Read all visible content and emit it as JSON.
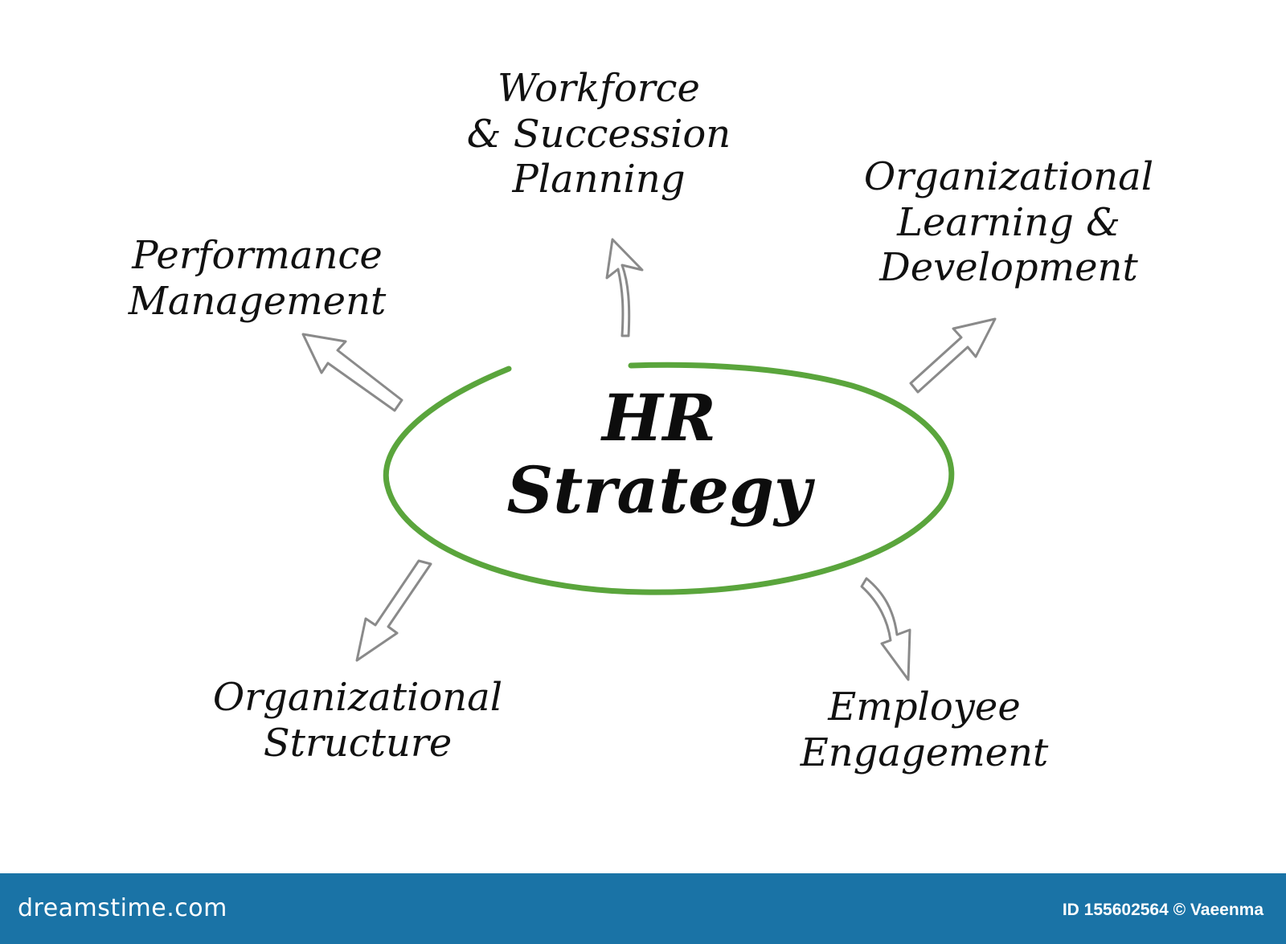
{
  "diagram": {
    "center": {
      "lines": [
        "HR",
        "Strategy"
      ]
    },
    "nodes": {
      "workforce": {
        "lines": [
          "Workforce",
          "& Succession",
          "Planning"
        ]
      },
      "performance": {
        "lines": [
          "Performance",
          "Management"
        ]
      },
      "org_learning": {
        "lines": [
          "Organizational",
          "Learning &",
          "Development"
        ]
      },
      "org_structure": {
        "lines": [
          "Organizational",
          "Structure"
        ]
      },
      "engagement": {
        "lines": [
          "Employee",
          "Engagement"
        ]
      }
    },
    "colors": {
      "ellipse": "#5aa53c",
      "arrow_stroke": "#8a8a8a",
      "text": "#111111",
      "footer_bg": "#1a73a6"
    }
  },
  "footer": {
    "logo": "dreamstime.com",
    "credit": "ID 155602564 © Vaeenma"
  }
}
